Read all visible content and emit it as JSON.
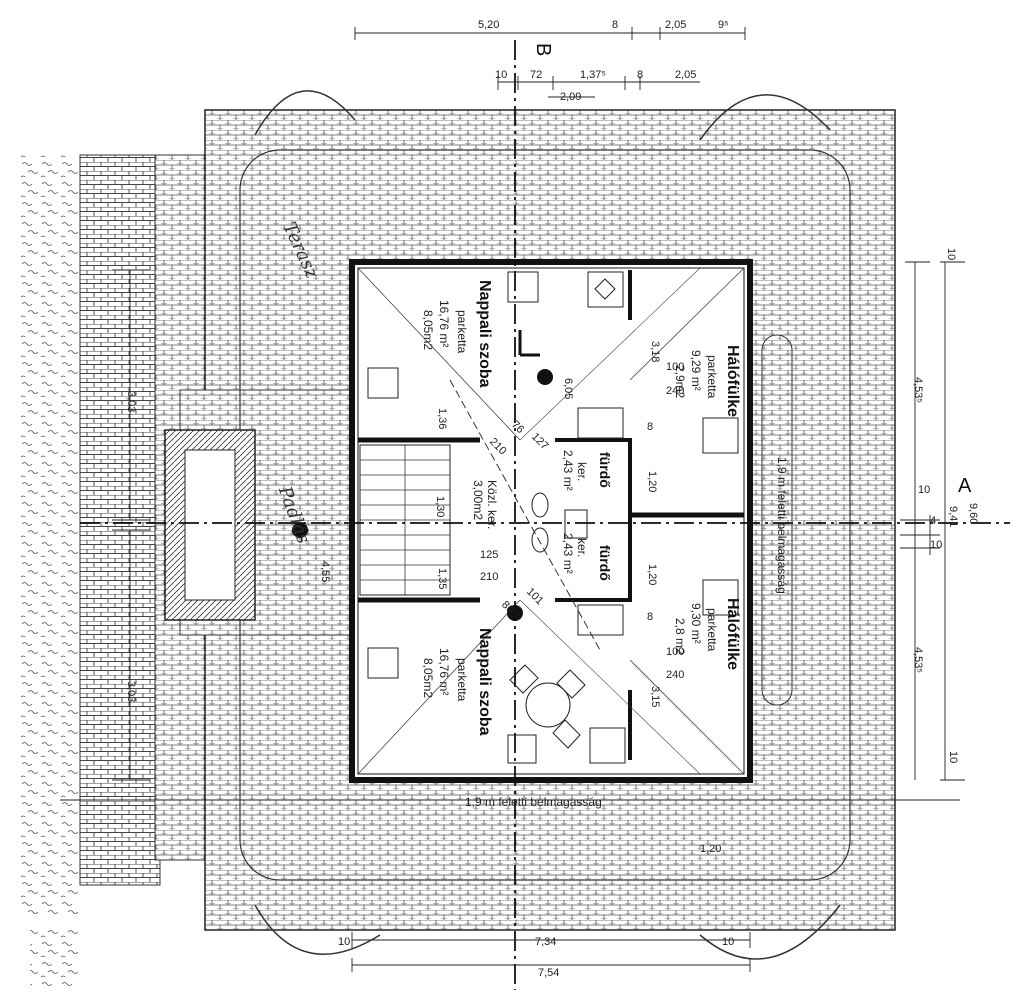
{
  "axes": {
    "section_b": "B",
    "section_a": "A"
  },
  "dims_top": {
    "d1": "5,20",
    "d2": "8",
    "d3": "2,05",
    "d4": "9⁵"
  },
  "dims_top2": {
    "d1": "10",
    "d2": "72",
    "d3": "1,37⁵",
    "d4": "8",
    "d5": "2,05",
    "d6": "2,09"
  },
  "dims_left": {
    "upper": "3,03",
    "lower": "3,03"
  },
  "dims_right": {
    "r1": "10",
    "r2": "4,53⁵",
    "r3": "10",
    "r4": "4",
    "r5": "10",
    "r6": "9,41",
    "r7": "9,60",
    "r8": "4,53⁵",
    "r9": "10"
  },
  "dims_bottom": {
    "b1": "10",
    "b2": "7,34",
    "b3": "10",
    "b4": "7,54",
    "b5": "1,20"
  },
  "rooms": {
    "nappali1": {
      "name": "Nappali szoba",
      "floor": "parketta",
      "area": "16,76 m²",
      "area2": "8,05m2"
    },
    "nappali2": {
      "name": "Nappali szoba",
      "floor": "parketta",
      "area": "16,76 m²",
      "area2": "8,05m2"
    },
    "halofulke1": {
      "name": "Hálófülke",
      "floor": "parketta",
      "area": "9,29 m²",
      "area2": "2,9m2",
      "h": "100",
      "w": "240",
      "d": "3,18"
    },
    "halofulke2": {
      "name": "Hálófülke",
      "floor": "parketta",
      "area": "9,30 m²",
      "area2": "2,8 m2",
      "h": "100",
      "w": "240",
      "d": "3,15"
    },
    "furdo1": {
      "name": "fürdő",
      "sub": "ker.",
      "area": "2,43 m²"
    },
    "furdo2": {
      "name": "fürdő",
      "sub": "ker.",
      "area": "2,43 m²"
    },
    "kozl": {
      "name": "Közl. ker.",
      "area": "3,00m2"
    }
  },
  "notes": {
    "height_right": "1,9 m feletti belmagasság",
    "height_bottom": "1,9 m feletti belmagasság",
    "terasz": "Terasz",
    "padlas": "Padlás"
  },
  "misc": {
    "m605": "6,05",
    "m136": "1,36",
    "m210a": "210",
    "m210b": "210",
    "m130": "1,30",
    "m125": "125",
    "m135": "1,35",
    "m455": "4,55",
    "m120a": "1,20",
    "m120b": "1,20",
    "m8a": "8",
    "m8b": "8",
    "m76": "76",
    "m80": "80",
    "m127": "127",
    "m101": "101"
  }
}
